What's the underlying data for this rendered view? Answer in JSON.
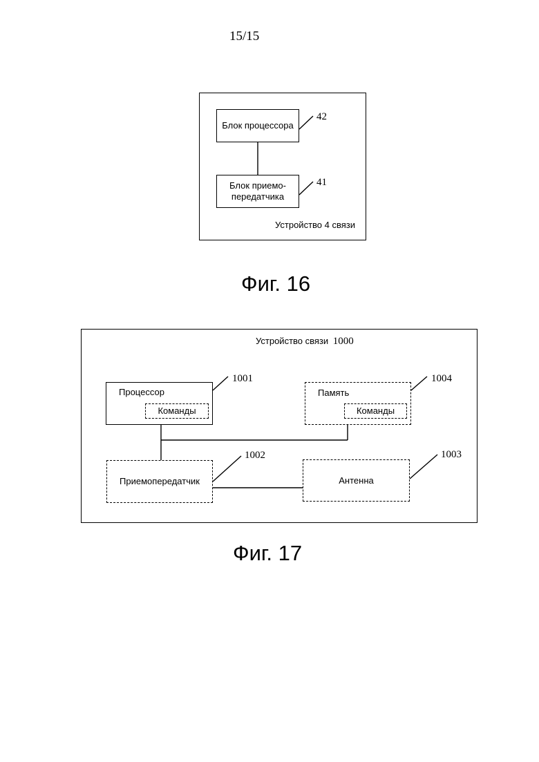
{
  "page_number": "15/15",
  "fig16": {
    "caption": "Фиг. 16",
    "device_label": "Устройство 4 связи",
    "processor_block": {
      "label": "Блок процессора",
      "ref": "42"
    },
    "transceiver_block": {
      "label_line1": "Блок приемо-",
      "label_line2": "передатчика",
      "ref": "41"
    }
  },
  "fig17": {
    "caption": "Фиг. 17",
    "device_label": "Устройство связи",
    "device_ref": "1000",
    "processor": {
      "label": "Процессор",
      "commands": "Команды",
      "ref": "1001"
    },
    "memory": {
      "label": "Память",
      "commands": "Команды",
      "ref": "1004"
    },
    "transceiver": {
      "label": "Приемопередатчик",
      "ref": "1002"
    },
    "antenna": {
      "label": "Антенна",
      "ref": "1003"
    }
  }
}
